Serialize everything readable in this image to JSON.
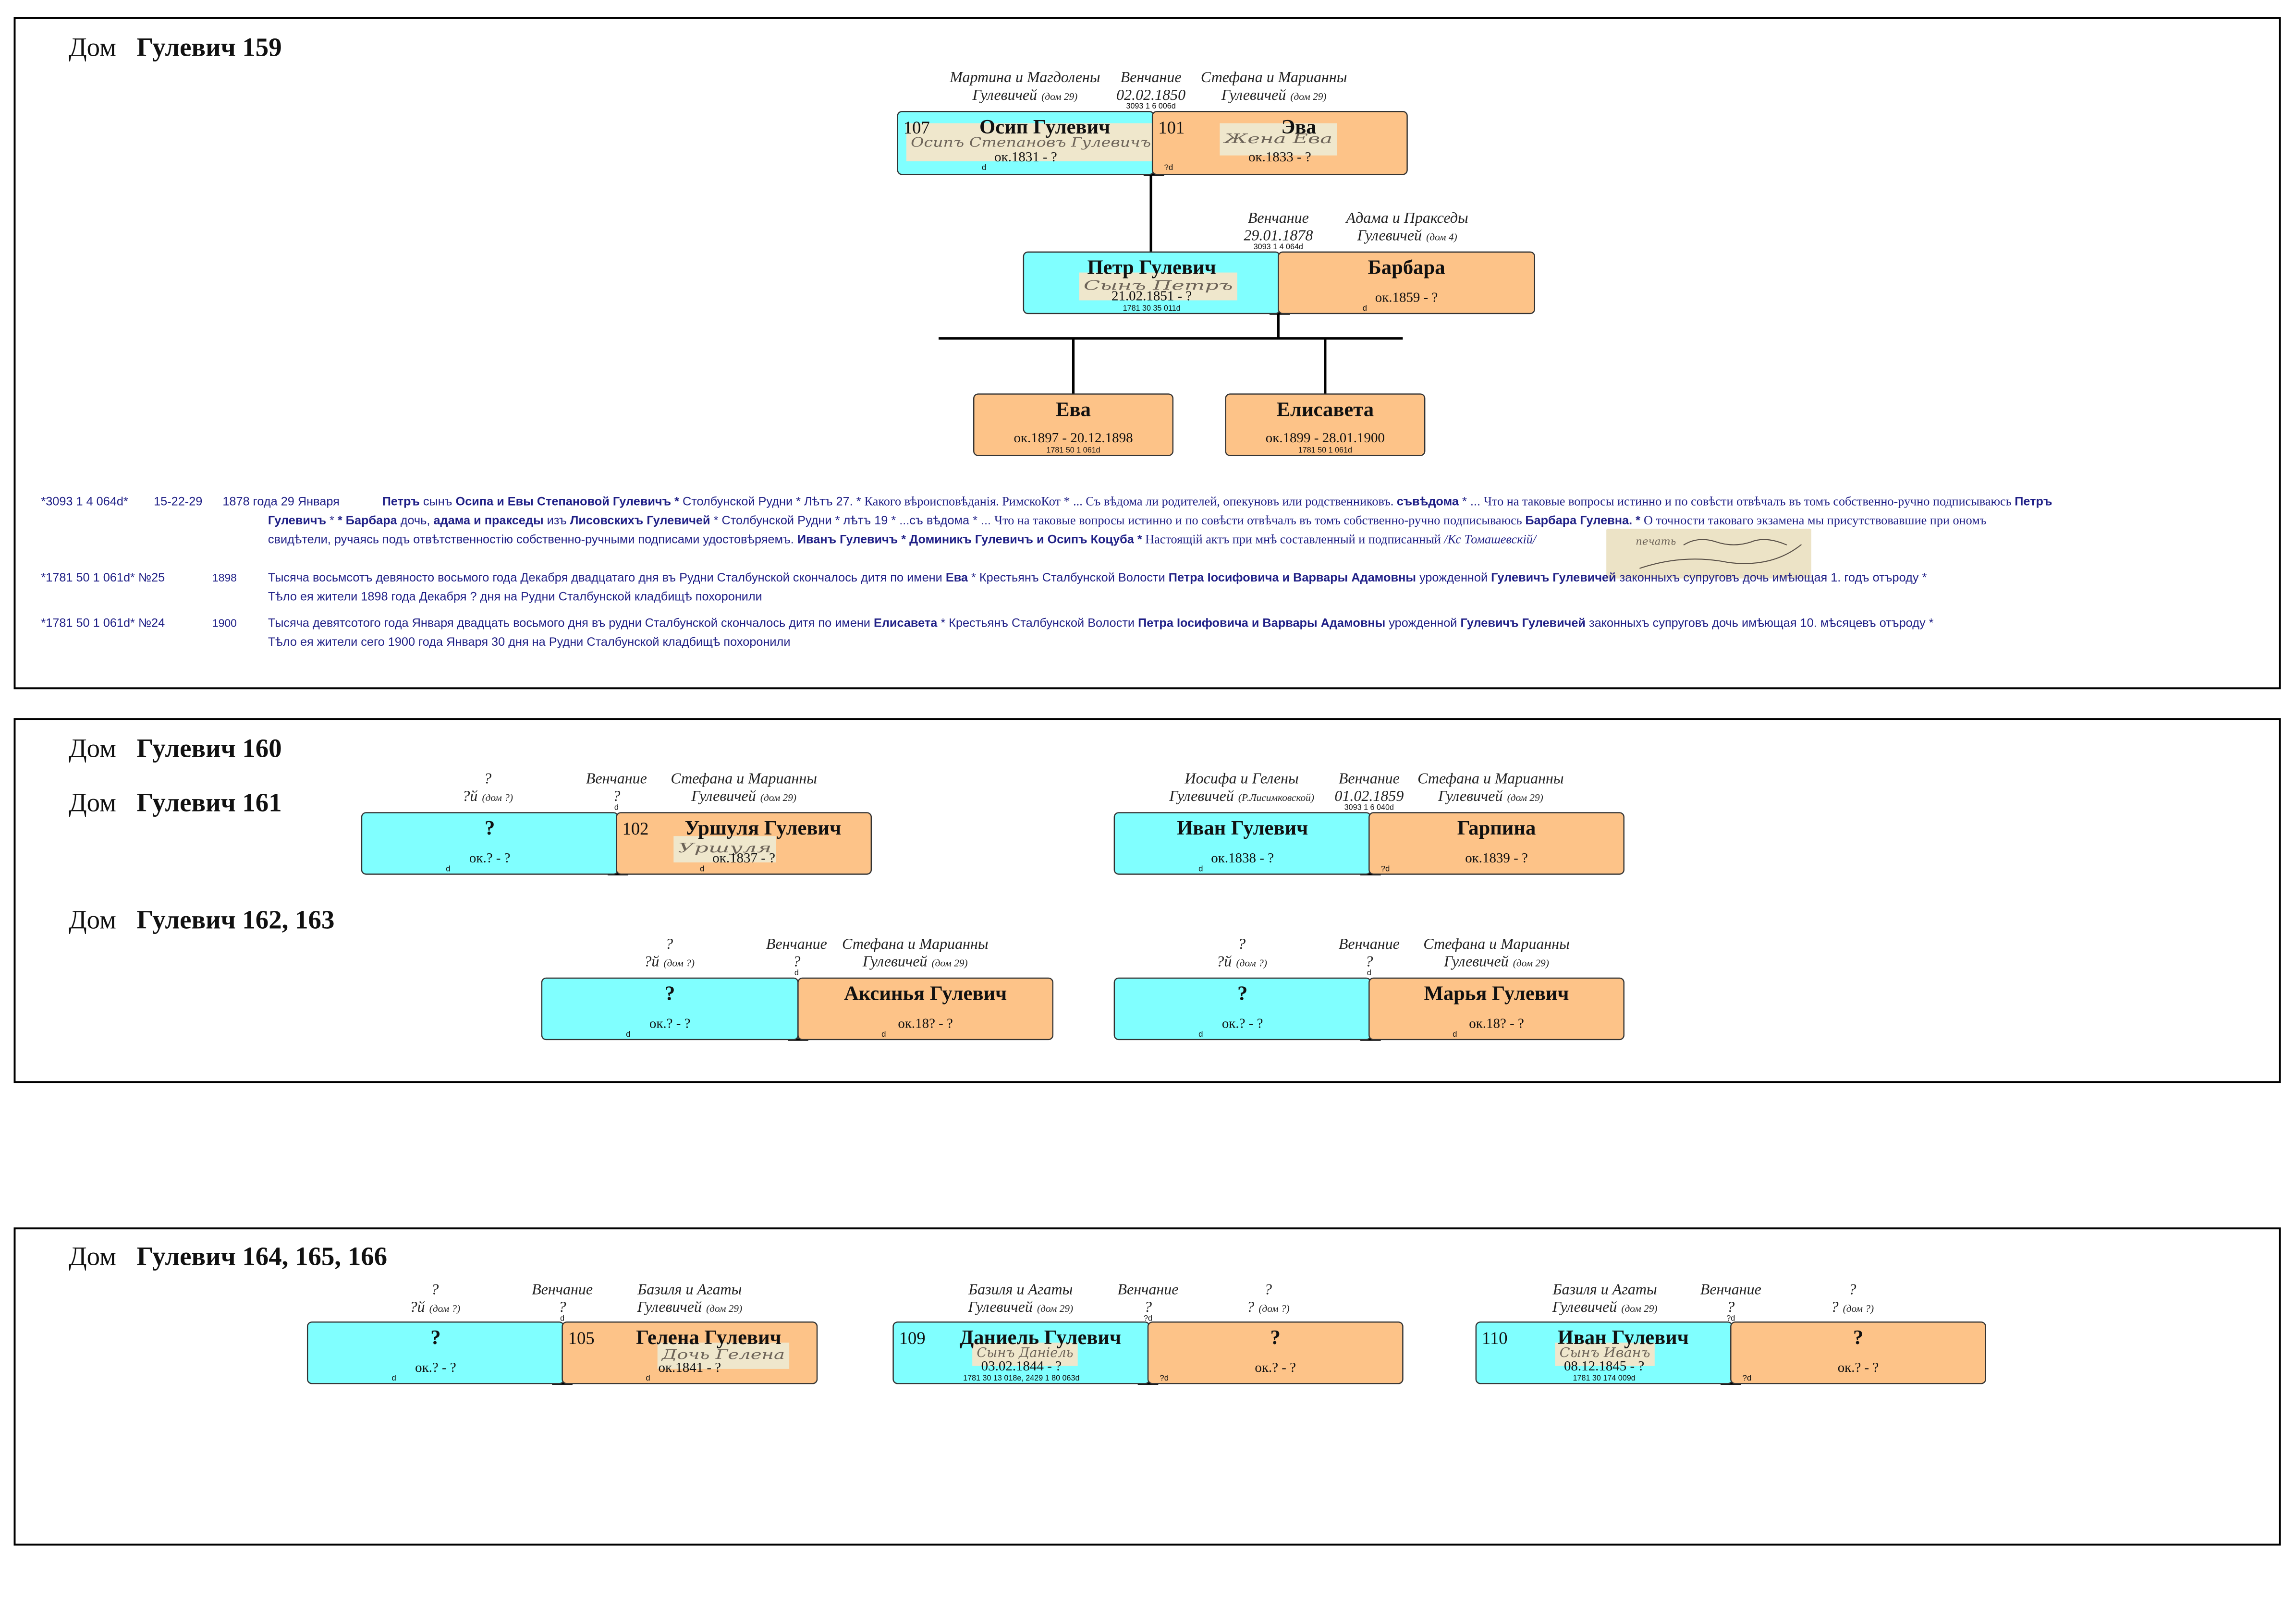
{
  "colors": {
    "male_box": "#80ffff",
    "female_box": "#fdc388",
    "record_text": "#1f1f86",
    "unknown_year": "#c01010"
  },
  "icons": {
    "document_scan": "handwritten-record-scan-icon",
    "signature": "signature-scan-icon"
  },
  "panels": [
    {
      "id": "p1",
      "houses": [
        {
          "id": "h159",
          "prefix": "Дом",
          "name": "Гулевич 159"
        }
      ]
    },
    {
      "id": "p2",
      "houses": [
        {
          "id": "h160",
          "prefix": "Дом",
          "name": "Гулевич 160"
        },
        {
          "id": "h161",
          "prefix": "Дом",
          "name": "Гулевич 161"
        },
        {
          "id": "h162",
          "prefix": "Дом",
          "name": "Гулевич 162, 163"
        }
      ]
    },
    {
      "id": "p3",
      "houses": [
        {
          "id": "h164",
          "prefix": "Дом",
          "name": "Гулевич 164, 165, 166"
        }
      ]
    }
  ],
  "persons": {
    "osip": {
      "sex": "m",
      "num": "107",
      "name": "Осип Гулевич",
      "dates": "ок.1831 - ?",
      "marks": [
        "d"
      ],
      "scan_text": "Осипъ Степановъ Гулевичъ"
    },
    "eva1": {
      "sex": "f",
      "num": "101",
      "name": "Эва",
      "dates": "ок.1833 - ?",
      "marks": [
        "?d"
      ],
      "scan_text": "Жена Ева"
    },
    "petr": {
      "sex": "m",
      "num": "",
      "name": "Петр Гулевич",
      "dates": "21.02.1851 - ?",
      "src": "1781 30 35 011d",
      "scan_text": "Сынъ Петръ"
    },
    "barbara": {
      "sex": "f",
      "num": "",
      "name": "Барбара",
      "dates": "ок.1859 - ?",
      "marks": [
        "d"
      ]
    },
    "eva2": {
      "sex": "f",
      "num": "",
      "name": "Ева",
      "dates": "ок.1897 - 20.12.1898",
      "src": "1781 50 1 061d"
    },
    "elisaveta": {
      "sex": "f",
      "num": "",
      "name": "Елисавета",
      "dates": "ок.1899 - 28.01.1900",
      "src": "1781 50 1 061d"
    },
    "unk160": {
      "sex": "m",
      "num": "",
      "name": "?",
      "dates": "ок.? - ?",
      "marks": [
        "d"
      ]
    },
    "urshulya": {
      "sex": "f",
      "num": "102",
      "name": "Уршуля Гулевич",
      "dates": "ок.1837 - ?",
      "marks": [
        "d"
      ],
      "scan_text": "Уршуля"
    },
    "ivan161": {
      "sex": "m",
      "num": "",
      "name": "Иван Гулевич",
      "dates": "ок.1838 - ?",
      "marks": [
        "d"
      ]
    },
    "garpina": {
      "sex": "f",
      "num": "",
      "name": "Гарпина",
      "dates": "ок.1839 - ?",
      "marks": [
        "?d"
      ]
    },
    "unk162": {
      "sex": "m",
      "num": "",
      "name": "?",
      "dates": "ок.? - ?",
      "marks": [
        "d"
      ]
    },
    "aksinya": {
      "sex": "f",
      "num": "",
      "name": "Аксинья Гулевич",
      "dates": "ок.18? - ?",
      "marks": [
        "d"
      ]
    },
    "unk163": {
      "sex": "m",
      "num": "",
      "name": "?",
      "dates": "ок.? - ?",
      "marks": [
        "d"
      ]
    },
    "marya": {
      "sex": "f",
      "num": "",
      "name": "Марья Гулевич",
      "dates": "ок.18? - ?",
      "marks": [
        "d"
      ]
    },
    "unk164": {
      "sex": "m",
      "num": "",
      "name": "?",
      "dates": "ок.? - ?",
      "marks": [
        "d"
      ]
    },
    "gelena": {
      "sex": "f",
      "num": "105",
      "name": "Гелена Гулевич",
      "dates": "ок.1841 - ?",
      "marks": [
        "d"
      ],
      "scan_text": "Дочь Гелена"
    },
    "daniel": {
      "sex": "m",
      "num": "109",
      "name": "Даниель Гулевич",
      "dates": "03.02.1844 - ?",
      "src": "1781 30 13 018e, 2429 1 80 063d",
      "scan_text": "Сынъ Даніель"
    },
    "unk165": {
      "sex": "f",
      "num": "",
      "name": "?",
      "dates": "ок.? - ?",
      "marks": [
        "?d"
      ]
    },
    "ivan166": {
      "sex": "m",
      "num": "110",
      "name": "Иван Гулевич",
      "dates": "08.12.1845 - ?",
      "src": "1781 30 174 009d",
      "scan_text": "Сынъ Иванъ"
    },
    "unk166": {
      "sex": "f",
      "num": "",
      "name": "?",
      "dates": "ок.? - ?",
      "marks": [
        "?d"
      ]
    }
  },
  "weddings": {
    "w1": {
      "husband_parents": {
        "line1": "Мартина и Магдолены",
        "line2": "Гулевичей",
        "house": "(дом 29)"
      },
      "wedding": {
        "label": "Венчание",
        "date": "02.02.1850",
        "src": "3093 1 6 006d"
      },
      "wife_parents": {
        "line1": "Стефана и Марианны",
        "line2": "Гулевичей",
        "house": "(дом 29)"
      }
    },
    "w2": {
      "wedding": {
        "label": "Венчание",
        "date": "29.01.1878",
        "src": "3093 1 4 064d"
      },
      "wife_parents": {
        "line1": "Адама и Пракседы",
        "line2": "Гулевичей",
        "house": "(дом 4)"
      }
    },
    "w3": {
      "husband_parents": {
        "line1": "?",
        "line2": "?й",
        "house": "(дом ?)"
      },
      "wedding": {
        "label": "Венчание",
        "date": "?",
        "src": "d"
      },
      "wife_parents": {
        "line1": "Стефана и Марианны",
        "line2": "Гулевичей",
        "house": "(дом 29)"
      }
    },
    "w4": {
      "husband_parents": {
        "line1": "Иосифа и Гелены",
        "line2": "Гулевичей",
        "house": "(Р.Лисимковской)"
      },
      "wedding": {
        "label": "Венчание",
        "date": "01.02.1859",
        "src": "3093 1 6 040d"
      },
      "wife_parents": {
        "line1": "Стефана и Марианны",
        "line2": "Гулевичей",
        "house": "(дом 29)"
      }
    },
    "w5": {
      "husband_parents": {
        "line1": "?",
        "line2": "?й",
        "house": "(дом ?)"
      },
      "wedding": {
        "label": "Венчание",
        "date": "?",
        "src": "d"
      },
      "wife_parents": {
        "line1": "Стефана и Марианны",
        "line2": "Гулевичей",
        "house": "(дом 29)"
      }
    },
    "w6": {
      "husband_parents": {
        "line1": "?",
        "line2": "?й",
        "house": "(дом ?)"
      },
      "wedding": {
        "label": "Венчание",
        "date": "?",
        "src": "d"
      },
      "wife_parents": {
        "line1": "Стефана и Марианны",
        "line2": "Гулевичей",
        "house": "(дом 29)"
      }
    },
    "w7": {
      "husband_parents": {
        "line1": "?",
        "line2": "?й",
        "house": "(дом ?)"
      },
      "wedding": {
        "label": "Венчание",
        "date": "?",
        "src": "d"
      },
      "wife_parents": {
        "line1": "Базиля и Агаты",
        "line2": "Гулевичей",
        "house": "(дом 29)"
      }
    },
    "w8": {
      "husband_parents": {
        "line1": "Базиля и Агаты",
        "line2": "Гулевичей",
        "house": "(дом 29)"
      },
      "wedding": {
        "label": "Венчание",
        "date": "?",
        "src": "?d"
      },
      "wife_parents": {
        "line1": "?",
        "line2": "?",
        "house": "(дом ?)"
      }
    },
    "w9": {
      "husband_parents": {
        "line1": "Базиля и Агаты",
        "line2": "Гулевичей",
        "house": "(дом 29)"
      },
      "wedding": {
        "label": "Венчание",
        "date": "?",
        "src": "?d"
      },
      "wife_parents": {
        "line1": "?",
        "line2": "?",
        "house": "(дом ?)"
      }
    }
  },
  "records": [
    {
      "id": "rec-marriage-1878",
      "ref": "*3093 1 4 064d*",
      "extra": "15-22-29",
      "date": "1878 года 29 Января",
      "lines": [
        [
          {
            "t": "Петръ",
            "s": "b"
          },
          {
            "t": " сынъ ",
            "s": ""
          },
          {
            "t": "Осипа и Евы Степановой Гулевичъ",
            "s": "b"
          },
          {
            "t": " * ",
            "s": "b"
          },
          {
            "t": "Столбунской Рудни * Лѣтъ 27. * ",
            "s": ""
          },
          {
            "t": "Какого вѣроисповѣданія. РимскоКот * ... Съ вѣдома ли родителей, опекуновъ или родственниковъ. ",
            "s": "sf"
          },
          {
            "t": "съвѣдома",
            "s": "b"
          },
          {
            "t": " * ... ",
            "s": ""
          },
          {
            "t": "Что на таковые вопросы истинно и по совѣсти отвѣчалъ въ томъ собственно-ручно подписываюсь ",
            "s": "sf"
          },
          {
            "t": "Петръ",
            "s": "b"
          }
        ],
        [
          {
            "t": "Гулевичъ",
            "s": "b"
          },
          {
            "t": " *      ",
            "s": ""
          },
          {
            "t": "* Барбара",
            "s": "b"
          },
          {
            "t": " дочь, ",
            "s": ""
          },
          {
            "t": "адама и пракседы",
            "s": "b"
          },
          {
            "t": " изъ ",
            "s": ""
          },
          {
            "t": "Лисовскихъ Гулевичей",
            "s": "b"
          },
          {
            "t": " * Столбунской Рудни * лѣтъ 19 * ...съ вѣдома * ... ",
            "s": ""
          },
          {
            "t": "Что на таковые вопросы истинно и по совѣсти отвѣчалъ въ томъ собственно-ручно подписываюсь ",
            "s": "sf"
          },
          {
            "t": "Барбара Гулевна.",
            "s": "b"
          },
          {
            "t": " * ",
            "s": "b"
          },
          {
            "t": "О точности таковаго экзамена мы присутствовавшие при ономъ",
            "s": "sf"
          }
        ],
        [
          {
            "t": "свидѣтели, ручаясь подъ отвѣтственностію собственно-ручными подписами удостовѣряемъ. ",
            "s": ""
          },
          {
            "t": "Иванъ Гулевичъ * Доминикъ Гулевичъ и Осипъ Коцуба *",
            "s": "b"
          },
          {
            "t": " Настоящій актъ при мнѣ составленный и подписанный ",
            "s": "sf"
          },
          {
            "t": "                                               /Кс Томашевскій/",
            "s": "it"
          }
        ]
      ],
      "signature": "печать"
    },
    {
      "id": "rec-death-1898",
      "ref": "*1781 50 1 061d* №25",
      "extra": "",
      "date": "1898",
      "lines": [
        [
          {
            "t": "Тысяча восьмсотъ девяносто восьмого года Декабря двадцатаго дня въ Рудни Сталбунской скончалось дитя по имени ",
            "s": ""
          },
          {
            "t": "Ева",
            "s": "b"
          },
          {
            "t": " * Крестьянъ Сталбунской Волости ",
            "s": ""
          },
          {
            "t": "Петра Іосифовича и Варвары Адамовны",
            "s": "b"
          },
          {
            "t": " урожденной ",
            "s": ""
          },
          {
            "t": "Гулевичъ Гулевичей",
            "s": "b"
          },
          {
            "t": " законныхъ супруговъ дочь имѣющая 1. годъ отъроду *",
            "s": ""
          }
        ],
        [
          {
            "t": "Тѣло ея жители 1898 года Декабря ? дня на Рудни Сталбунской кладбищѣ похоронили",
            "s": ""
          }
        ]
      ]
    },
    {
      "id": "rec-death-1900",
      "ref": "*1781 50 1 061d* №24",
      "extra": "",
      "date": "1900",
      "lines": [
        [
          {
            "t": "Тысяча девятсотого года Января двадцать восьмого дня въ рудни Сталбунской скончалось дитя по имени ",
            "s": ""
          },
          {
            "t": "Елисавета",
            "s": "b"
          },
          {
            "t": " * Крестьянъ Сталбунской Волости ",
            "s": ""
          },
          {
            "t": "Петра Іосифовича и Варвары Адамовны",
            "s": "b"
          },
          {
            "t": " урожденной ",
            "s": ""
          },
          {
            "t": "Гулевичъ Гулевичей",
            "s": "b"
          },
          {
            "t": " законныхъ супруговъ дочь имѣющая 10. мѣсяцевъ отъроду *",
            "s": ""
          }
        ],
        [
          {
            "t": "Тѣло ея жители сего 1900 года Января 30 дня на Рудни Сталбунской кладбищѣ похоронили",
            "s": ""
          }
        ]
      ]
    }
  ]
}
